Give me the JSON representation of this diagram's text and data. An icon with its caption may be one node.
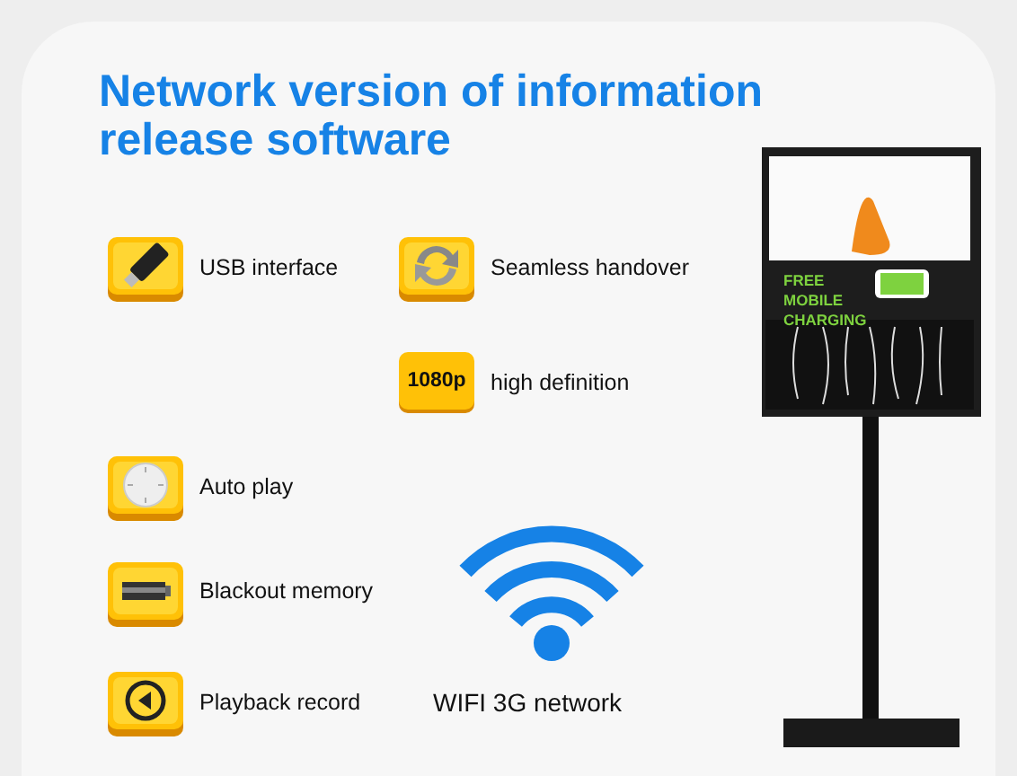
{
  "diagram": {
    "title": "Network version of information release software",
    "labels": [
      "USB interface",
      "Seamless handover",
      "FREE MOBILE CHARGING",
      "1080p",
      "high definition",
      "Auto play",
      "Blackout memory",
      "Playback record",
      "WIFI 3G network"
    ]
  }
}
